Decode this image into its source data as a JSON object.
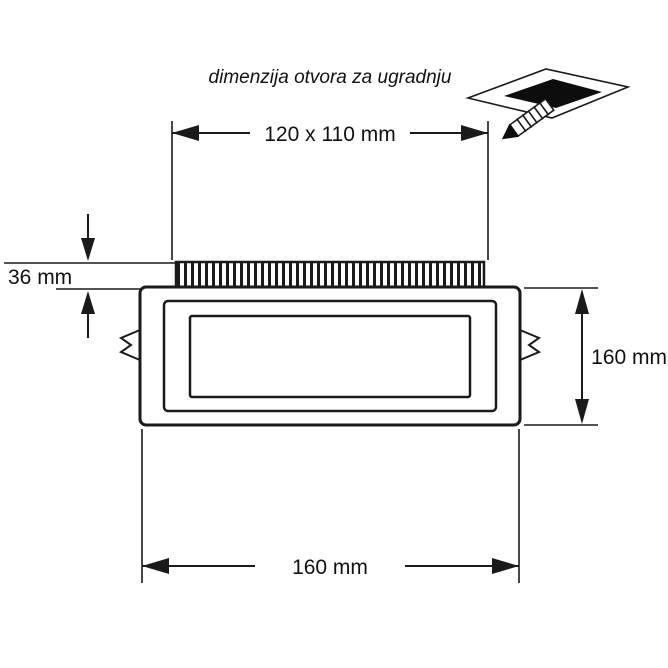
{
  "title": "dimenzija otvora za ugradnju",
  "dimensions": {
    "cutout": "120 x 110 mm",
    "fin_height": "36 mm",
    "body_height": "160 mm",
    "body_width": "160 mm"
  },
  "icons": {
    "installation": "ceiling-cutout-screw-icon"
  },
  "colors": {
    "line": "#1a1a1a",
    "background": "#ffffff",
    "cutout_fill": "#0d0d0d"
  }
}
